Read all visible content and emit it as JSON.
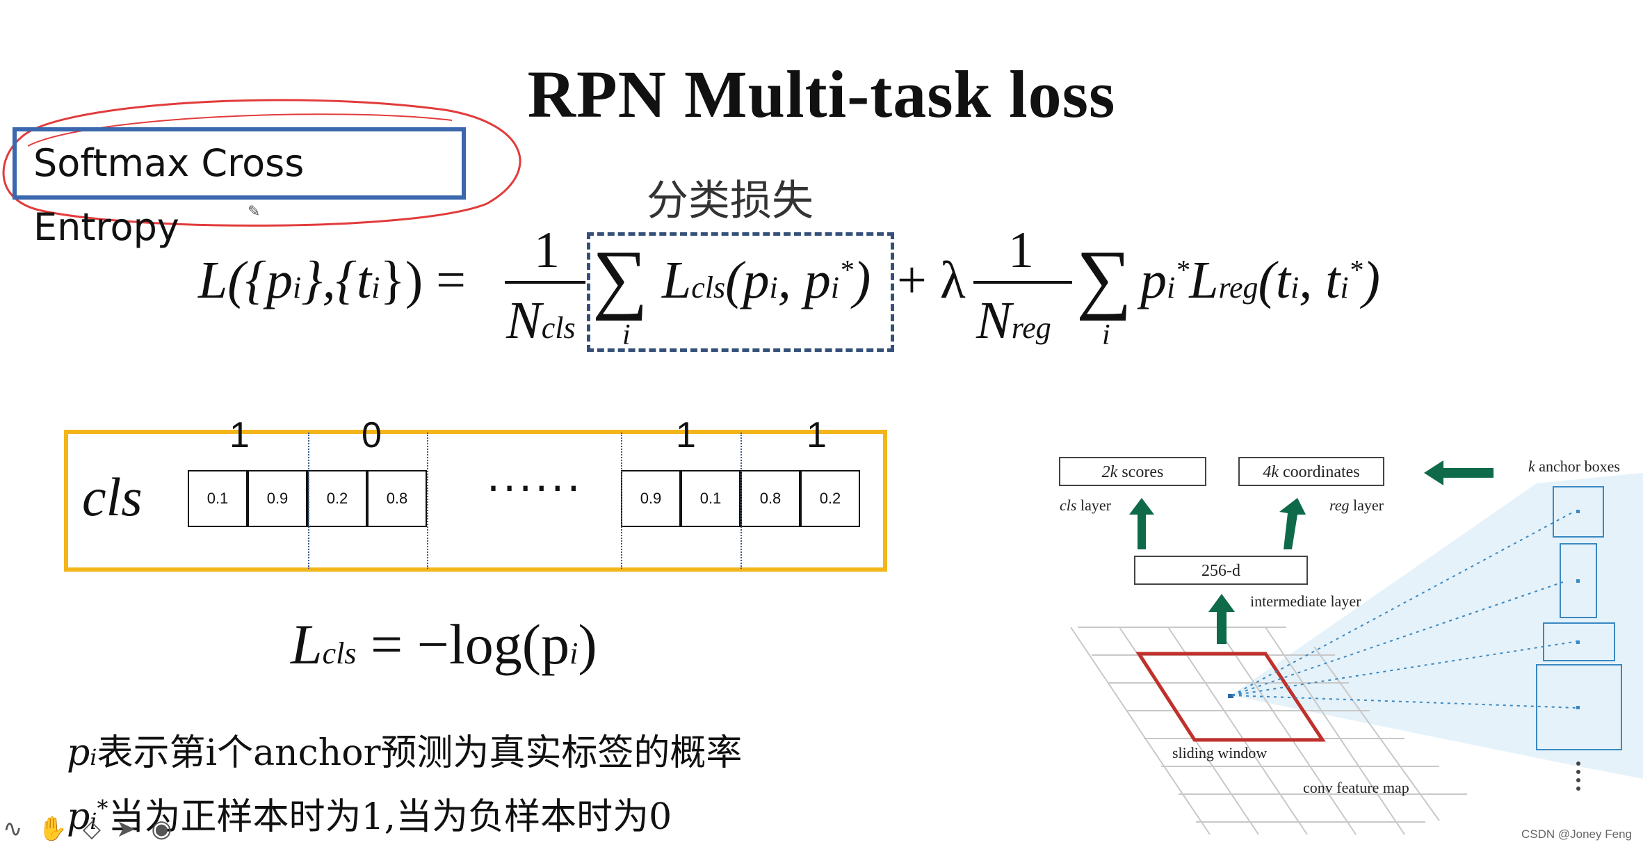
{
  "title": "RPN Multi-task loss",
  "callout": {
    "text": "Softmax Cross Entropy"
  },
  "formula": {
    "cn_label": "分类损失",
    "lhs": "L({p",
    "lhs_rest": "},{t",
    "lhs_end": "}) =",
    "frac1_num": "1",
    "frac1_den": "N",
    "frac1_den_sub": "cls",
    "sum_symbol": "∑",
    "sum_index": "i",
    "cls_term": "L",
    "cls_sub": "cls",
    "cls_args": "(p",
    "cls_args2": ", p",
    "cls_args_end": ")",
    "plus_lambda": "+ λ",
    "frac2_num": "1",
    "frac2_den": "N",
    "frac2_den_sub": "reg",
    "reg_p": "p",
    "reg_term": "L",
    "reg_sub": "reg",
    "reg_args": "(t",
    "reg_args2": ", t",
    "reg_args_end": ")",
    "i_sub": "i",
    "star": "*"
  },
  "cls_vector": {
    "label": "cls",
    "top_labels": [
      "1",
      "0",
      "1",
      "1"
    ],
    "left_cells": [
      "0.1",
      "0.9",
      "0.2",
      "0.8"
    ],
    "right_cells": [
      "0.9",
      "0.1",
      "0.8",
      "0.2"
    ],
    "ellipsis": "······"
  },
  "lcls": {
    "L": "L",
    "sub": "cls",
    "rest": "= −log(p",
    "i": "i",
    "end": ")"
  },
  "notes": {
    "line1_p": "p",
    "line1_sub": "i",
    "line1_text": "表示第i个anchor预测为真实标签的概率",
    "line2_p": "p",
    "line2_sub": "i",
    "line2_star": "*",
    "line2_text": "当为正样本时为1,当为负样本时为0"
  },
  "diagram": {
    "scores_k": "2k",
    "scores": " scores",
    "coords_k": "4k",
    "coords": " coordinates",
    "anchor_k": "k",
    "anchor": " anchor boxes",
    "cls_layer_i": "cls",
    "cls_layer": " layer",
    "reg_layer_i": "reg",
    "reg_layer": " layer",
    "intermediate_box": "256-d",
    "intermediate_layer": "intermediate layer",
    "sliding_window": "sliding window",
    "conv_feature_map": "conv feature map",
    "colors": {
      "arrow": "#0e6a48",
      "window": "#c0302c",
      "anchor": "#3a88c2",
      "fan": "#cfe8f6"
    }
  },
  "watermark": "CSDN @Joney Feng",
  "toolbar_icons": [
    "pen-wave-icon",
    "hand-icon",
    "eraser-icon",
    "pointer-icon",
    "record-icon"
  ]
}
